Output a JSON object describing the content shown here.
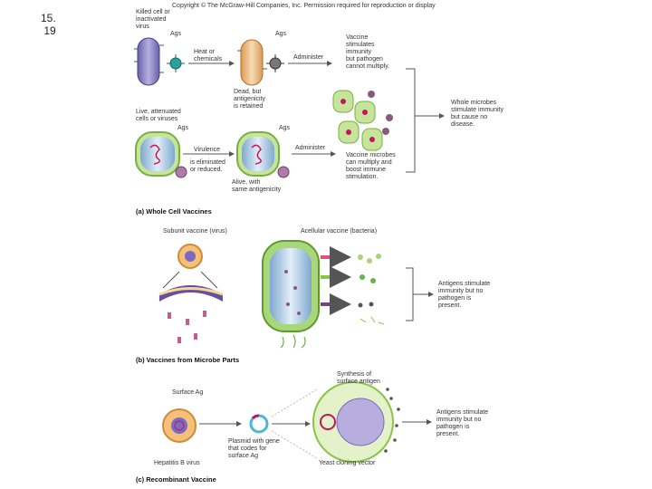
{
  "slide_number": "15.\n19",
  "copyright": "Copyright © The McGraw-Hill Companies, Inc. Permission required for reproduction or display",
  "part_a": {
    "killed_label": "Killed cell or\ninactivated\nvirus",
    "ags1": "Ags",
    "heat_label": "Heat or\nchemicals",
    "ags2": "Ags",
    "administer1": "Administer",
    "vaccine_killed_desc": "Vaccine\nstimulates\nimmunity\nbut pathogen\ncannot multiply.",
    "dead_label": "Dead, but\nantigenicity\nis retained",
    "live_label": "Live, attenuated\ncells or viruses",
    "ags3": "Ags",
    "virulence_label": "Virulence",
    "eliminated_label": "is eliminated\nor reduced.",
    "ags4": "Ags",
    "administer2": "Administer",
    "alive_label": "Alive, with\nsame antigenicity",
    "vaccine_live_desc": "Vaccine microbes\ncan multiply and\nboost immune\nstimulation.",
    "whole_microbe_desc": "Whole microbes\nstimulate immunity\nbut cause no\ndisease.",
    "caption": "(a) Whole Cell Vaccines"
  },
  "part_b": {
    "subunit_label": "Subunit vaccine (virus)",
    "acellular_label": "Acellular vaccine (bacteria)",
    "antigens_desc": "Antigens stimulate\nimmunity but no\npathogen is\npresent.",
    "caption": "(b) Vaccines from Microbe Parts"
  },
  "part_c": {
    "surface_ag_label": "Surface Ag",
    "synthesis_label": "Synthesis of\nsurface antigen",
    "antigens_desc": "Antigens stimulate\nimmunity but no\npathogen is\npresent.",
    "hepatitis_label": "Hepatitis B virus",
    "plasmid_label": "Plasmid with gene\nthat codes for\nsurface Ag",
    "yeast_label": "Yeast cloning vector",
    "caption": "(c) Recombinant Vaccine"
  }
}
